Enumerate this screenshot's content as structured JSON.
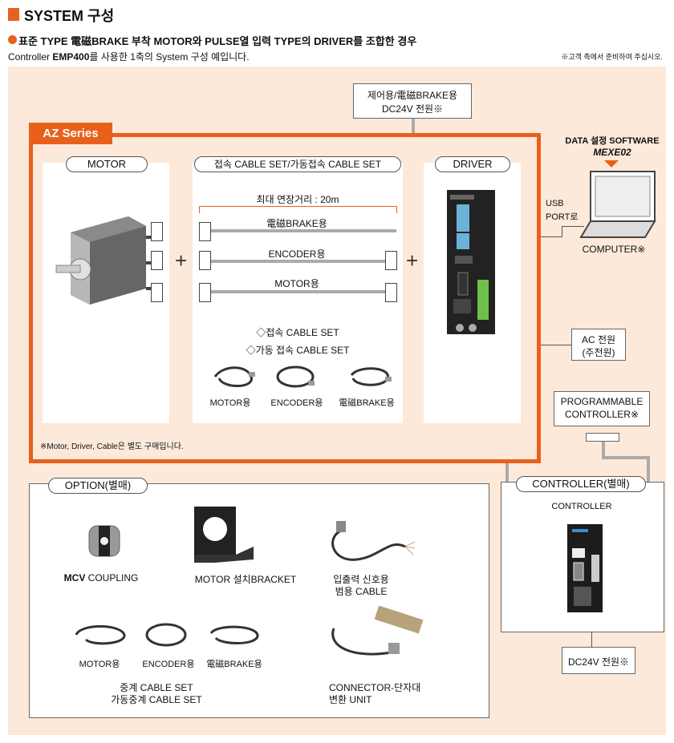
{
  "header": {
    "title": "SYSTEM 구성",
    "subtitle": "표준 TYPE 電磁BRAKE 부착 MOTOR와 PULSE열 입력 TYPE의 DRIVER를 조합한 경우",
    "desc_prefix": "Controller ",
    "desc_bold": "EMP400",
    "desc_suffix": "를 사용한 1축의 System 구성 예입니다.",
    "note_right": "※고객 측에서 준비하여 주십시오."
  },
  "colors": {
    "accent": "#e8601c",
    "background": "#fde9d9",
    "cable": "#aaaaaa"
  },
  "top_power": {
    "line1": "제어용/電磁BRAKE용",
    "line2": "DC24V 전원※"
  },
  "az_series": {
    "badge": "AZ Series",
    "motor_label": "MOTOR",
    "cable_label": "접속 CABLE SET/가동접속 CABLE SET",
    "max_length": "최대 연장거리 : 20m",
    "cables": [
      "電磁BRAKE용",
      "ENCODER용",
      "MOTOR용"
    ],
    "cable_set_1": "◇접속 CABLE SET",
    "cable_set_2": "◇가동 접속 CABLE SET",
    "cable_types": [
      "MOTOR용",
      "ENCODER용",
      "電磁BRAKE용"
    ],
    "driver_label": "DRIVER",
    "footnote": "※Motor, Driver, Cable은 별도 구매입니다."
  },
  "software": {
    "line1": "DATA 설정 SOFTWARE",
    "line2": "MEXE02"
  },
  "usb": {
    "line1": "USB",
    "line2": "PORT로"
  },
  "computer": "COMPUTER※",
  "ac_power": {
    "line1": "AC 전원",
    "line2": "(주전원)"
  },
  "plc": {
    "line1": "PROGRAMMABLE",
    "line2": "CONTROLLER※"
  },
  "controller_box": {
    "label": "CONTROLLER(별매)",
    "inner": "CONTROLLER"
  },
  "dc_power": "DC24V 전원※",
  "option": {
    "label": "OPTION(별매)",
    "coupling_bold": "MCV",
    "coupling_rest": " COUPLING",
    "bracket": "MOTOR 설치BRACKET",
    "io_cable": {
      "line1": "입출력 신호용",
      "line2": "범용 CABLE"
    },
    "ext_cables": [
      "MOTOR용",
      "ENCODER용",
      "電磁BRAKE용"
    ],
    "relay": {
      "line1": "중계 CABLE SET",
      "line2": "가동중계 CABLE SET"
    },
    "terminal": {
      "line1": "CONNECTOR-단자대",
      "line2": "변환 UNIT"
    }
  }
}
